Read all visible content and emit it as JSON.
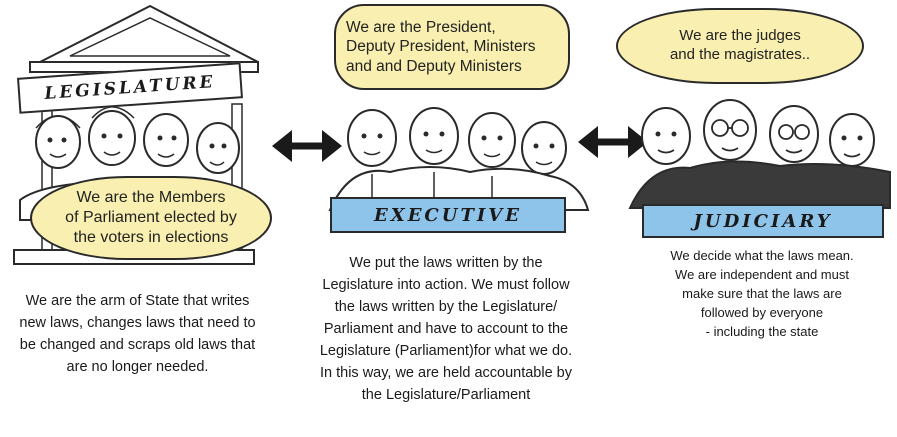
{
  "legislature": {
    "banner": "LEGISLATURE",
    "speech": "We are the Members\nof Parliament elected by\nthe voters in elections",
    "caption": "We are the arm of State that writes\nnew laws, changes laws that need to\nbe changed and scraps old laws that\nare no longer needed."
  },
  "executive": {
    "banner": "EXECUTIVE",
    "speech": "We are the President,\nDeputy President, Ministers\nand and Deputy Ministers",
    "caption": "We put the laws written by the\nLegislature into action.   We must follow\nthe laws written by the Legislature/\nParliament and have to account to the\nLegislature (Parliament)for what we do.\nIn this way, we are held accountable by\nthe Legislature/Parliament"
  },
  "judiciary": {
    "banner": "JUDICIARY",
    "speech": "We are the judges\nand the magistrates..",
    "caption": "We decide what the laws mean.\nWe are independent and must\nmake sure that the laws are\nfollowed by everyone\n- including the state"
  },
  "colors": {
    "bubble": "#f8efb0",
    "banner": "#8fc4ea",
    "outline": "#2a2a2a"
  }
}
